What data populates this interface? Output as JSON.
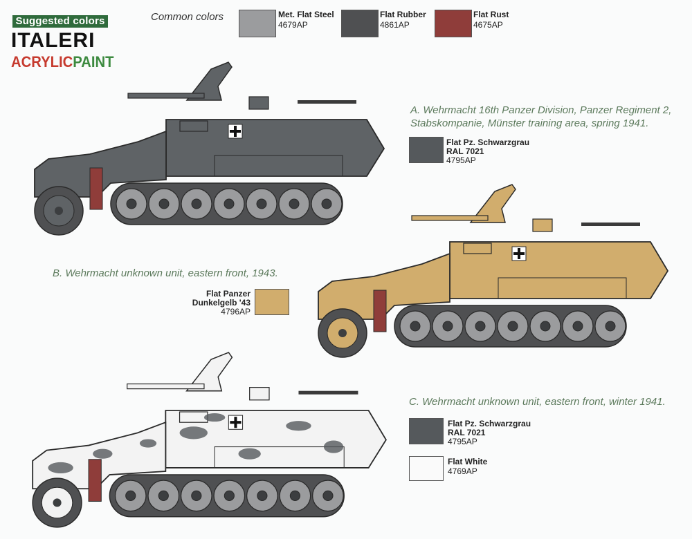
{
  "brand": {
    "suggested": "Suggested colors",
    "italeri": "ITALERI",
    "acrylic": "ACRYLIC",
    "paint": "PAINT"
  },
  "common": {
    "title": "Common colors",
    "colors": [
      {
        "name": "Met. Flat Steel",
        "code": "4679AP",
        "hex": "#9b9c9e"
      },
      {
        "name": "Flat Rubber",
        "code": "4861AP",
        "hex": "#4f5052"
      },
      {
        "name": "Flat Rust",
        "code": "4675AP",
        "hex": "#8f3d3a"
      }
    ]
  },
  "schemes": {
    "a": {
      "caption_line1": "A. Wehrmacht 16th Panzer Division, Panzer Regiment 2,",
      "caption_line2": "Stabskompanie, Münster training area, spring 1941.",
      "color_name_1": "Flat Pz. Schwarzgrau",
      "color_name_2": "RAL 7021",
      "code": "4795AP",
      "hex": "#55595c"
    },
    "b": {
      "caption": "B. Wehrmacht unknown unit, eastern front, 1943.",
      "color_name_1": "Flat Panzer",
      "color_name_2": "Dunkelgelb '43",
      "code": "4796AP",
      "hex": "#d1ad6d"
    },
    "c": {
      "caption": "C. Wehrmacht unknown unit, eastern front, winter 1941.",
      "color1_name_1": "Flat Pz. Schwarzgrau",
      "color1_name_2": "RAL 7021",
      "color1_code": "4795AP",
      "color1_hex": "#55595c",
      "color2_name": "Flat White",
      "color2_code": "4769AP",
      "color2_hex": "#fafafa"
    }
  }
}
